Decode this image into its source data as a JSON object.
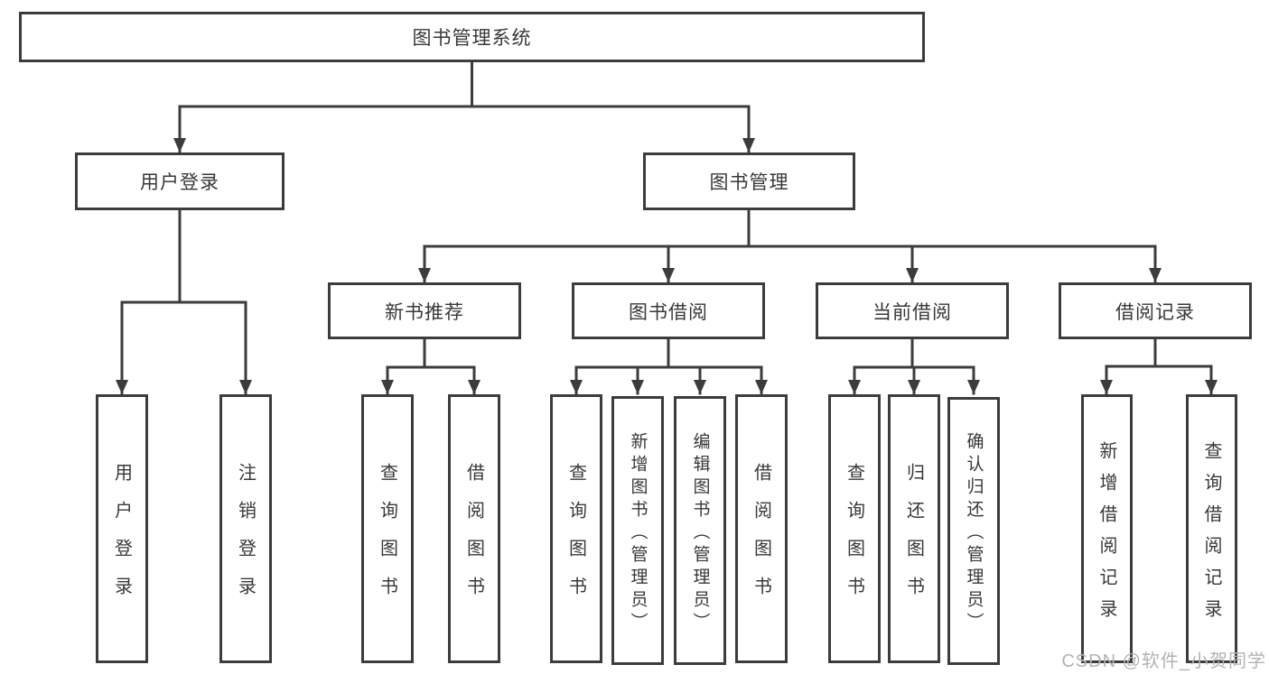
{
  "diagram": {
    "title": "图书管理系统",
    "tree": {
      "label": "图书管理系统",
      "children": [
        {
          "label": "用户登录",
          "children": [
            {
              "label": "用户登录"
            },
            {
              "label": "注销登录"
            }
          ]
        },
        {
          "label": "图书管理",
          "children": [
            {
              "label": "新书推荐",
              "children": [
                {
                  "label": "查询图书"
                },
                {
                  "label": "借阅图书"
                }
              ]
            },
            {
              "label": "图书借阅",
              "children": [
                {
                  "label": "查询图书"
                },
                {
                  "label": "新增图书（管理员）"
                },
                {
                  "label": "编辑图书（管理员）"
                },
                {
                  "label": "借阅图书"
                }
              ]
            },
            {
              "label": "当前借阅",
              "children": [
                {
                  "label": "查询图书"
                },
                {
                  "label": "归还图书"
                },
                {
                  "label": "确认归还（管理员）"
                }
              ]
            },
            {
              "label": "借阅记录",
              "children": [
                {
                  "label": "新增借阅记录"
                },
                {
                  "label": "查询借阅记录"
                }
              ]
            }
          ]
        }
      ]
    },
    "colors": {
      "line": "#3c3c3c",
      "text": "#383838",
      "box_fill": "#ffffff"
    }
  },
  "watermark": {
    "text": "CSDN @软件_小贺同学",
    "color": "#b3b3b3"
  }
}
